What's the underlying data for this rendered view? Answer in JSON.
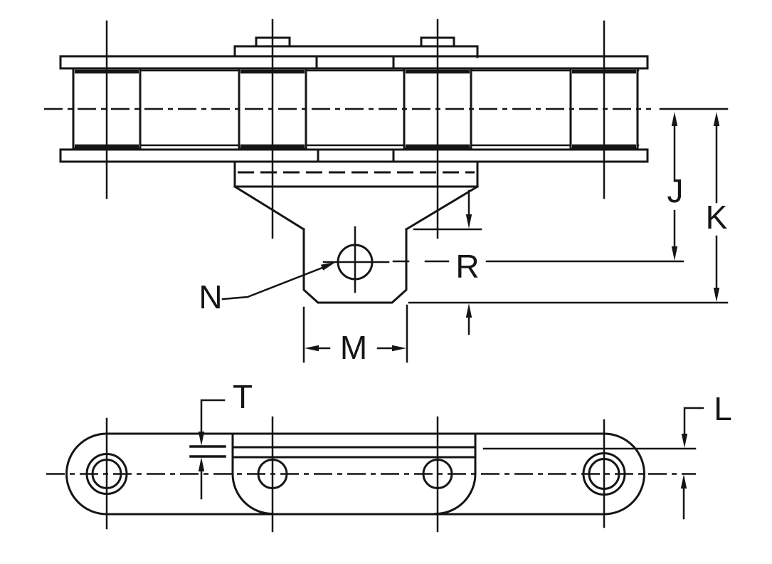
{
  "drawing": {
    "description": "Engineering line drawing of a roller chain with bent attachment link: side elevation (top) and plan view (bottom)"
  },
  "labels": {
    "j": "J",
    "k": "K",
    "r": "R",
    "n": "N",
    "m": "M",
    "t": "T",
    "l": "L"
  },
  "colors": {
    "ink": "#151515",
    "paper": "#ffffff"
  }
}
